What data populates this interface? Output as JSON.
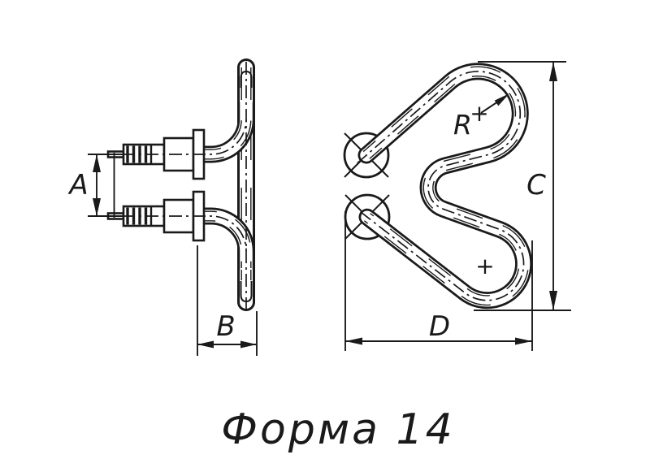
{
  "drawing": {
    "caption": "Форма 14",
    "dimensions": {
      "a": "A",
      "b": "B",
      "c": "C",
      "d": "D"
    },
    "radius_label": "R",
    "center_mark": "+",
    "colors": {
      "ink": "#1a1a1a",
      "background": "#ffffff"
    }
  }
}
